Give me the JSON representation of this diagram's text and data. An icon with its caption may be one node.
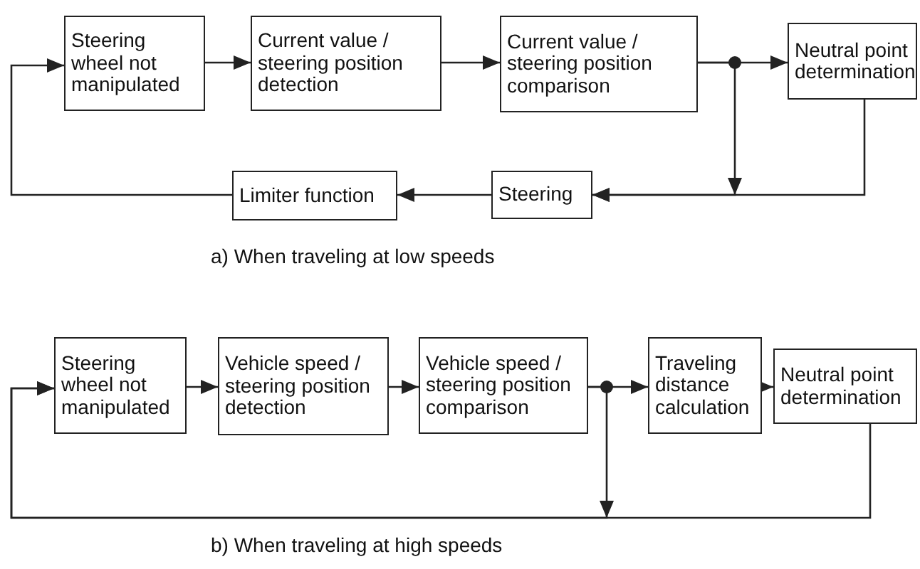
{
  "diagram": {
    "nodes": [
      {
        "text": [
          "Steering wheel not manipulated"
        ]
      },
      {
        "text": [
          "Current value / steering position detection"
        ]
      },
      {
        "text": [
          "Current value / steering position comparison"
        ]
      },
      {
        "text": [
          "Neutral point determination"
        ]
      },
      {
        "text": [
          "Steering"
        ]
      },
      {
        "text": [
          "Limiter function"
        ]
      },
      {
        "text": [
          "Steering wheel not manipulated"
        ]
      },
      {
        "text": [
          "Vehicle speed / steering position detection"
        ]
      },
      {
        "text": [
          "Vehicle speed / steering position comparison"
        ]
      },
      {
        "text": [
          "Traveling distance calculation"
        ]
      },
      {
        "text": [
          "Neutral point determination"
        ]
      }
    ],
    "edges": [
      {
        "from": 0,
        "to": 1,
        "arrow": "to"
      },
      {
        "from": 1,
        "to": 2,
        "arrow": "to"
      },
      {
        "from": 2,
        "to": 3,
        "arrow": "to"
      },
      {
        "from": 2,
        "to": 4,
        "arrow": "to"
      },
      {
        "from": 3,
        "to": 4,
        "arrow": "to"
      },
      {
        "from": 4,
        "to": 5,
        "arrow": "to"
      },
      {
        "from": 5,
        "to": 0,
        "arrow": "to"
      },
      {
        "from": 6,
        "to": 7,
        "arrow": "to"
      },
      {
        "from": 7,
        "to": 8,
        "arrow": "to"
      },
      {
        "from": 8,
        "to": 9,
        "arrow": "to"
      },
      {
        "from": 9,
        "to": 10,
        "arrow": "to"
      },
      {
        "from": 10,
        "to": 6,
        "arrow": "to"
      },
      {
        "from": 8,
        "to": 6,
        "arrow": "to"
      }
    ],
    "labels": [
      "a) When traveling at low speeds",
      "b) When traveling at high speeds"
    ]
  }
}
